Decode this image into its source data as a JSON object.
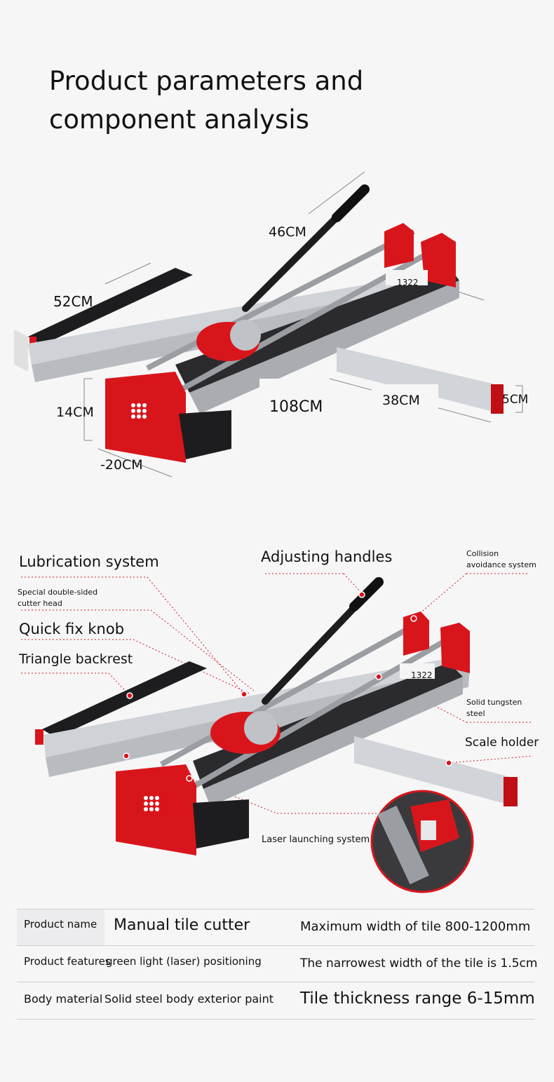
{
  "title": "Product parameters and component analysis",
  "dimensions": {
    "handle": "46CM",
    "width": "52CM",
    "base_height": "14CM",
    "base_depth": "-20CM",
    "length": "108CM",
    "extension": "38CM",
    "extension_height": "5CM"
  },
  "model_marking": "1322",
  "components": {
    "lubrication": "Lubrication system",
    "adjusting_handles": "Adjusting handles",
    "collision": "Collision avoidance system",
    "cutter_head": "Special double-sided cutter head",
    "quick_fix": "Quick fix knob",
    "triangle": "Triangle backrest",
    "tungsten": "Solid tungsten steel",
    "scale_holder": "Scale holder",
    "laser": "Laser launching system"
  },
  "specs": [
    {
      "key": "Product name",
      "value": "Manual tile cutter",
      "extra": "Maximum width of tile 800-1200mm"
    },
    {
      "key": "Product features",
      "value": "green light (laser) positioning",
      "extra": "The narrowest width of the tile is 1.5cm"
    },
    {
      "key": "Body material",
      "value": "Solid steel body exterior paint",
      "extra": "Tile thickness range 6-15mm"
    }
  ],
  "colors": {
    "accent_red": "#d9151c",
    "body_dark": "#2b2b2e",
    "rail_silver": "#c9ccd0"
  }
}
